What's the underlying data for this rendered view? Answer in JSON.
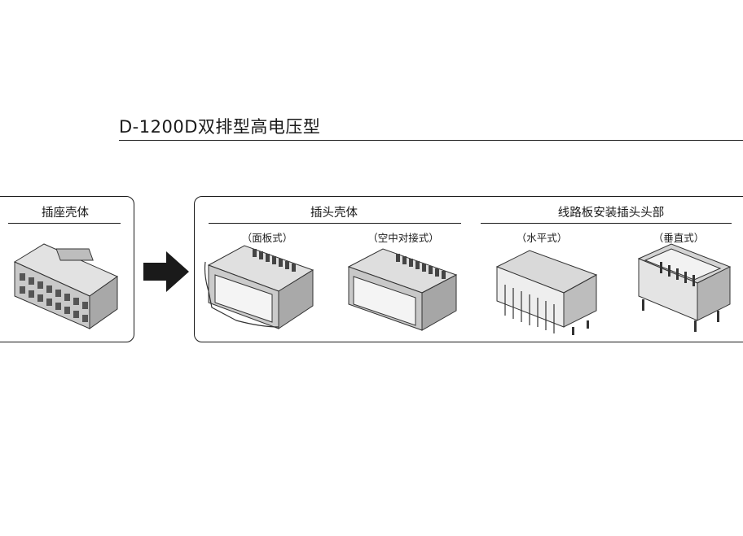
{
  "title": "D-1200D双排型高电压型",
  "receptacle": {
    "header": "插座壳体"
  },
  "plug": {
    "header": "插头壳体",
    "variants": [
      {
        "label": "（面板式）",
        "icon": "panel-mount-plug-housing-figure"
      },
      {
        "label": "（空中对接式）",
        "icon": "free-hanging-plug-housing-figure"
      }
    ]
  },
  "pcb": {
    "header": "线路板安装插头头部",
    "variants": [
      {
        "label": "（水平式）",
        "icon": "horizontal-pcb-header-figure"
      },
      {
        "label": "（垂直式）",
        "icon": "vertical-pcb-header-figure"
      }
    ]
  },
  "colors": {
    "ink": "#1a1a1a",
    "part_fill": "#cfcfcf",
    "part_dark": "#6e6e6e"
  }
}
